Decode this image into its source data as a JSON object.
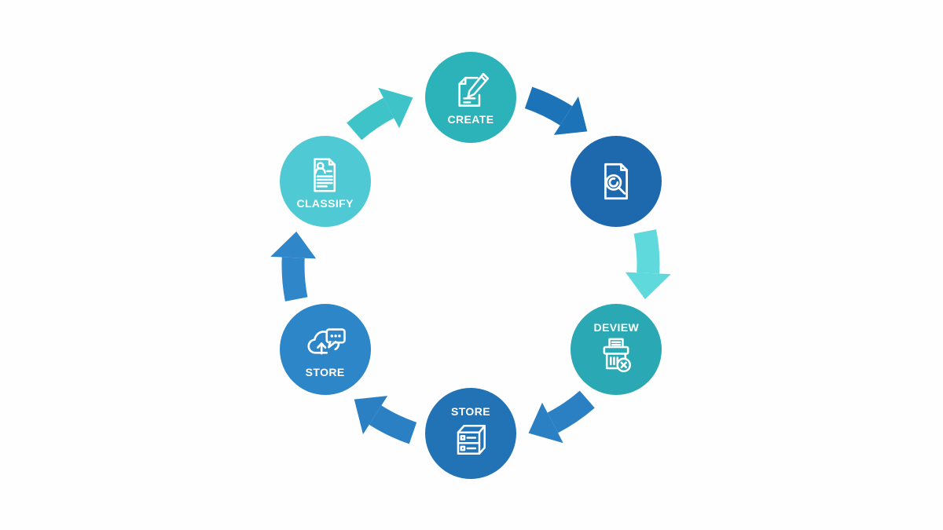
{
  "diagram": {
    "type": "cycle",
    "background_color": "#fefefe",
    "nodes": [
      {
        "id": "create",
        "label": "CREATE",
        "label_position": "below-icon",
        "icon": "document-pencil-icon",
        "color": "#2BB3B9",
        "angle": -90
      },
      {
        "id": "review",
        "label": "",
        "label_position": "none",
        "icon": "document-magnifier-icon",
        "color": "#1E68AE",
        "angle": -30
      },
      {
        "id": "deview",
        "label": "DEVIEW",
        "label_position": "above-icon",
        "icon": "shredder-delete-icon",
        "color": "#2AA9B4",
        "angle": 30
      },
      {
        "id": "store-archive",
        "label": "STORE",
        "label_position": "above-icon",
        "icon": "drawer-cabinet-icon",
        "color": "#2173B5",
        "angle": 90
      },
      {
        "id": "store-cloud",
        "label": "STORE",
        "label_position": "below-icon",
        "icon": "cloud-upload-chat-icon",
        "color": "#2C86C8",
        "angle": 150
      },
      {
        "id": "classify",
        "label": "CLASSIFY",
        "label_position": "below-icon",
        "icon": "document-profile-icon",
        "color": "#4FC9D4",
        "angle": 210
      }
    ],
    "arrows": [
      {
        "from": "create",
        "to": "review",
        "color": "#1D73B7"
      },
      {
        "from": "review",
        "to": "deview",
        "color": "#5FD9DB"
      },
      {
        "from": "deview",
        "to": "store-archive",
        "color": "#2B80C3"
      },
      {
        "from": "store-archive",
        "to": "store-cloud",
        "color": "#2B80C3"
      },
      {
        "from": "store-cloud",
        "to": "classify",
        "color": "#2F86C9"
      },
      {
        "from": "classify",
        "to": "create",
        "color": "#3DC3C8"
      }
    ]
  }
}
